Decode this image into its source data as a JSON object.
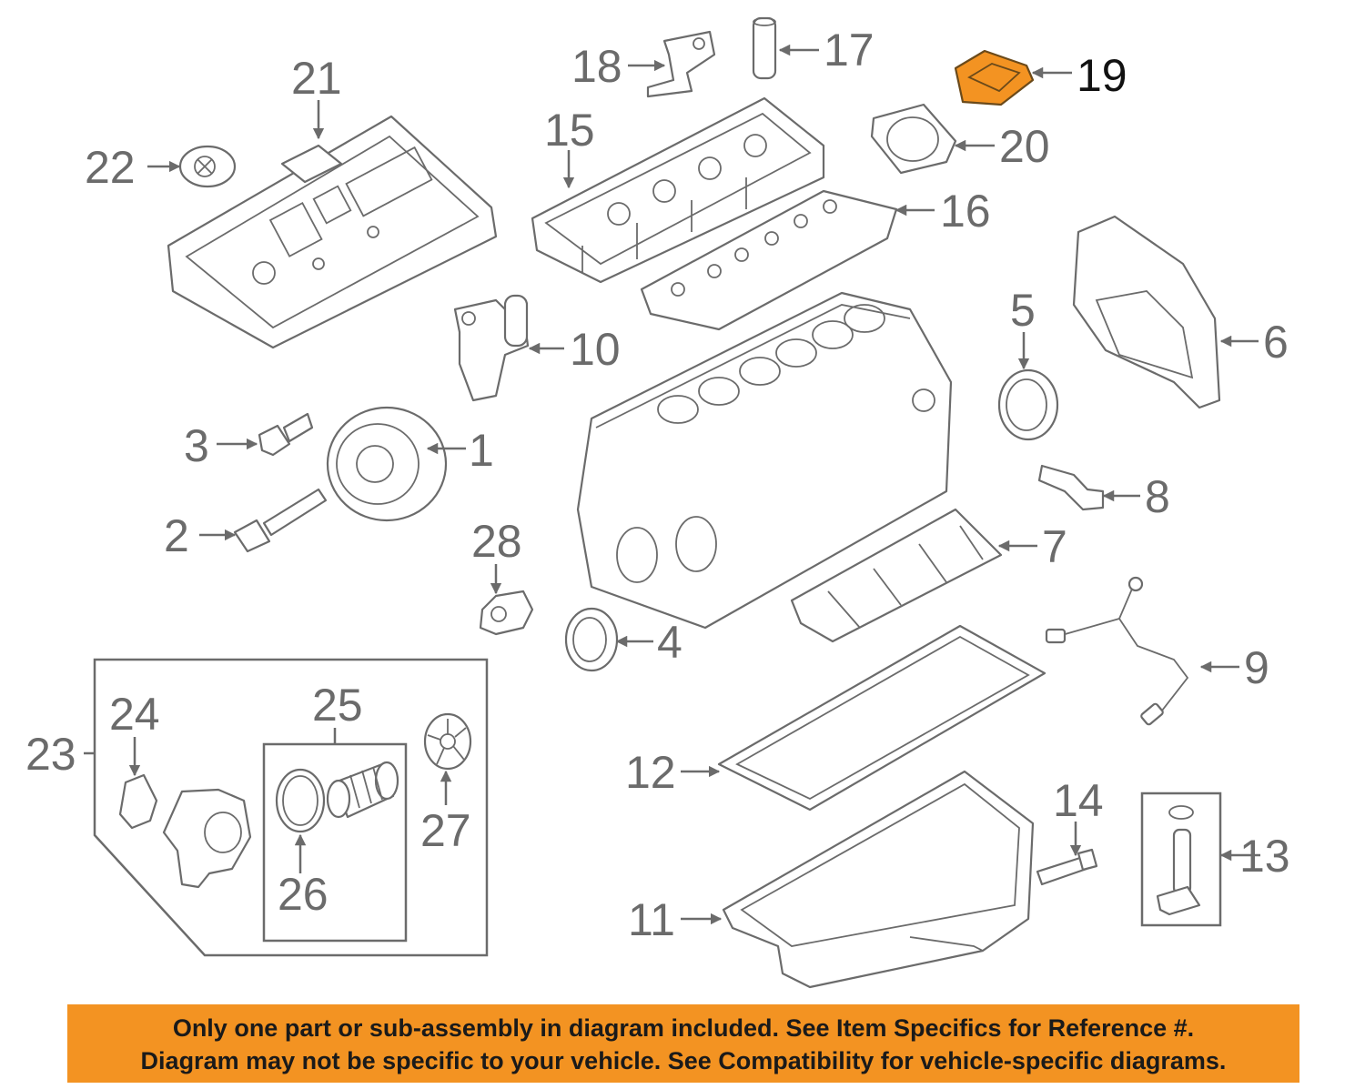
{
  "callouts": {
    "c1": "1",
    "c2": "2",
    "c3": "3",
    "c4": "4",
    "c5": "5",
    "c6": "6",
    "c7": "7",
    "c8": "8",
    "c9": "9",
    "c10": "10",
    "c11": "11",
    "c12": "12",
    "c13": "13",
    "c14": "14",
    "c15": "15",
    "c16": "16",
    "c17": "17",
    "c18": "18",
    "c19": "19",
    "c20": "20",
    "c21": "21",
    "c22": "22",
    "c23": "23",
    "c24": "24",
    "c25": "25",
    "c26": "26",
    "c27": "27",
    "c28": "28"
  },
  "highlight_color": "#f39322",
  "banner": {
    "line1": "Only one part or sub-assembly in diagram included. See Item Specifics for Reference #.",
    "line2": "Diagram may not be specific to your vehicle. See Compatibility for vehicle-specific diagrams."
  }
}
